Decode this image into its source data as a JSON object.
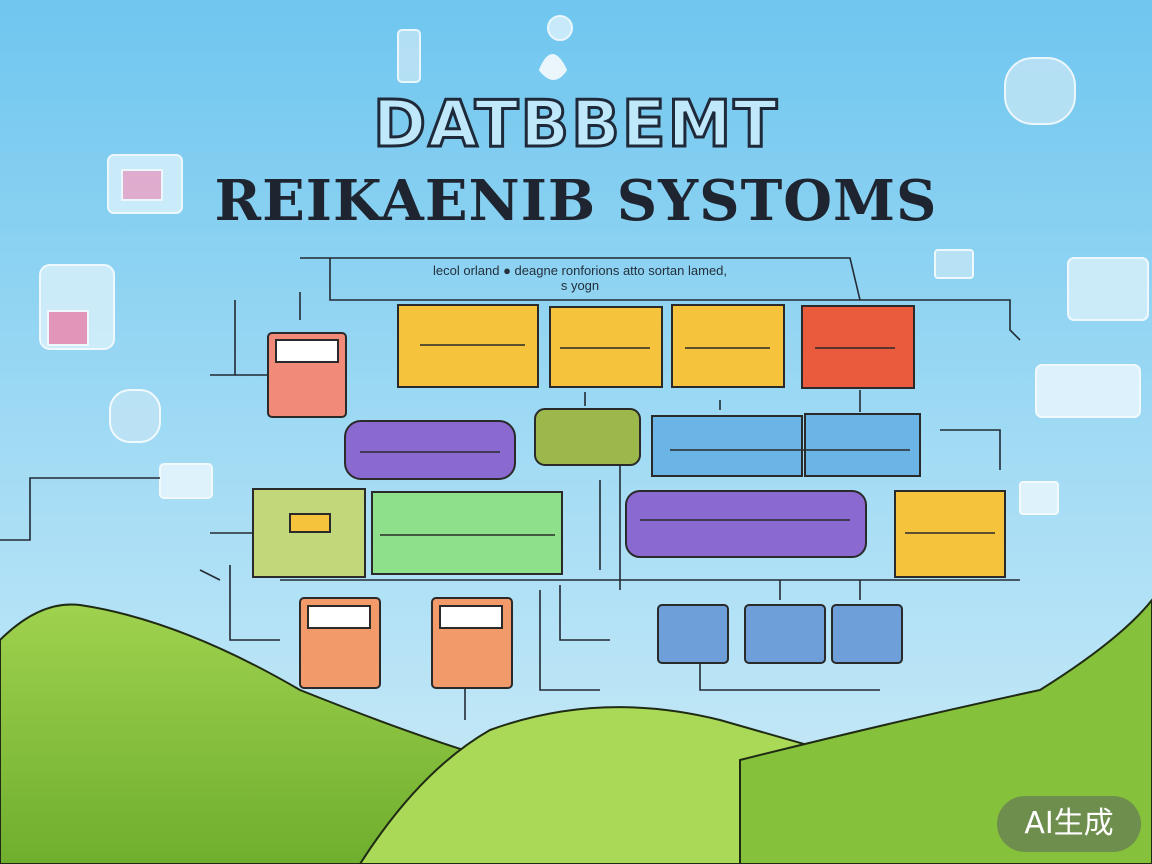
{
  "title_line1": "DATBBEMT",
  "title_line2": "REIKAENIB SYSTOMS",
  "note_line1": "lecol orland ● deagne ronforions atto sortan lamed,",
  "note_line2": "s yogn",
  "badge": "AI生成",
  "colors": {
    "sky": "#8fd3f0",
    "hill": "#8cc63f",
    "yellow": "#f5c43c",
    "red": "#ea5a3c",
    "purple": "#8a6ad0",
    "olive": "#9cb84a",
    "blue": "#6ab4e6",
    "green": "#8ee08a",
    "orange": "#f39a6a",
    "steel": "#6f9fd8"
  }
}
